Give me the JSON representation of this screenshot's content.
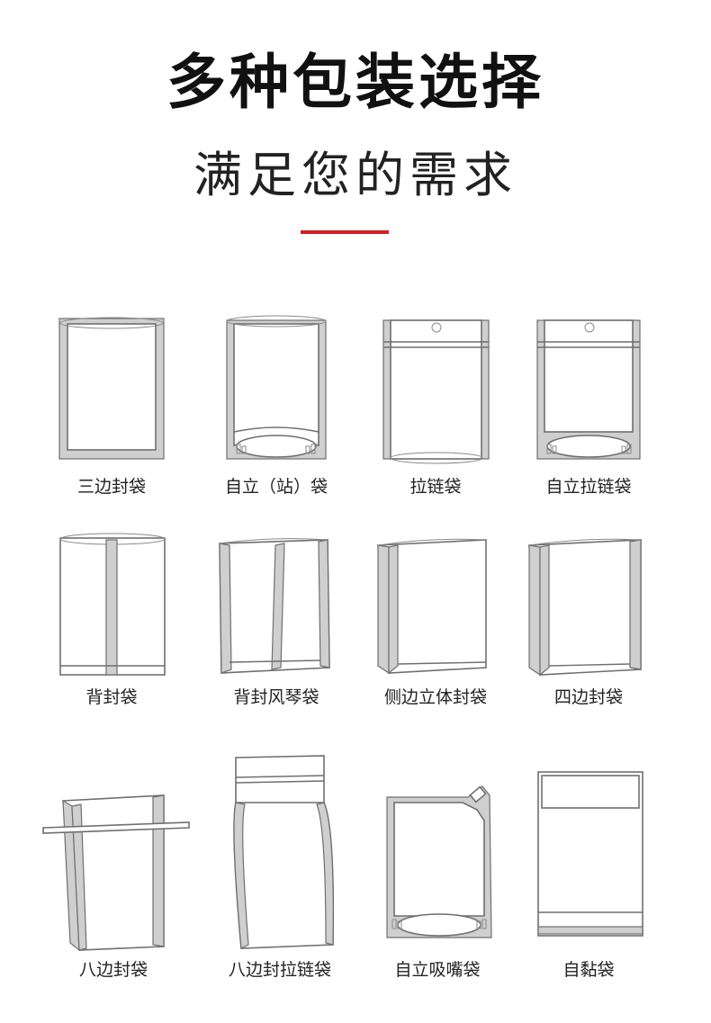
{
  "header": {
    "title": "多种包装选择",
    "subtitle": "满足您的需求",
    "accent_color": "#d81e1e"
  },
  "bag_types": [
    {
      "label": "三边封袋",
      "icon": "three-side-seal-bag-icon"
    },
    {
      "label": "自立（站）袋",
      "icon": "stand-up-pouch-icon"
    },
    {
      "label": "拉链袋",
      "icon": "zipper-bag-icon"
    },
    {
      "label": "自立拉链袋",
      "icon": "stand-up-zipper-bag-icon"
    },
    {
      "label": "背封袋",
      "icon": "back-seal-bag-icon"
    },
    {
      "label": "背封风琴袋",
      "icon": "back-seal-gusset-bag-icon"
    },
    {
      "label": "侧边立体封袋",
      "icon": "side-gusset-bag-icon"
    },
    {
      "label": "四边封袋",
      "icon": "four-side-seal-bag-icon"
    },
    {
      "label": "八边封袋",
      "icon": "eight-side-seal-bag-icon"
    },
    {
      "label": "八边封拉链袋",
      "icon": "eight-side-seal-zipper-bag-icon"
    },
    {
      "label": "自立吸嘴袋",
      "icon": "spout-pouch-icon"
    },
    {
      "label": "自黏袋",
      "icon": "self-adhesive-bag-icon"
    }
  ]
}
